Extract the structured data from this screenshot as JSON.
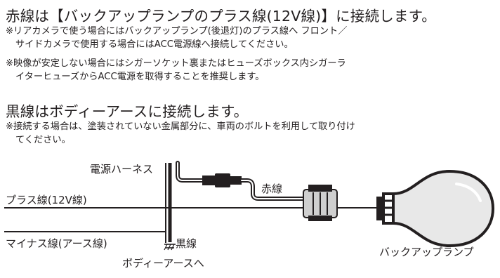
{
  "section1": {
    "heading": "赤線は【バックアップランプのプラス線(12V線)】に接続します。",
    "note1_line1": "※リアカメラで使う場合にはバックアップランプ(後退灯)のプラス線へ フロント／",
    "note1_line2": "サイドカメラで使用する場合にはACC電源線へ接続してください。",
    "note2_line1": "※映像が安定しない場合にはシガーソケット裏またはヒューズボックス内シガーラ",
    "note2_line2": "イターヒューズからACC電源を取得することを推奨します。"
  },
  "section2": {
    "heading": "黒線はボディーアースに接続します。",
    "note_line1": "※接続する場合は、塗装されていない金属部分に、車両のボルトを利用して取り付け",
    "note_line2": "てください。"
  },
  "diagram": {
    "harness_label": "電源ハーネス",
    "red_wire_label": "赤線",
    "plus_wire_label": "プラス線(12V線)",
    "minus_wire_label": "マイナス線(アース線)",
    "black_wire_label": "黒線",
    "body_ground_label": "ボディーアースへ",
    "lamp_label": "バックアップランプ",
    "colors": {
      "ink": "#231f20",
      "lamp_fill": "#e8e8e8",
      "connector_fill": "#cfcfcf"
    }
  }
}
